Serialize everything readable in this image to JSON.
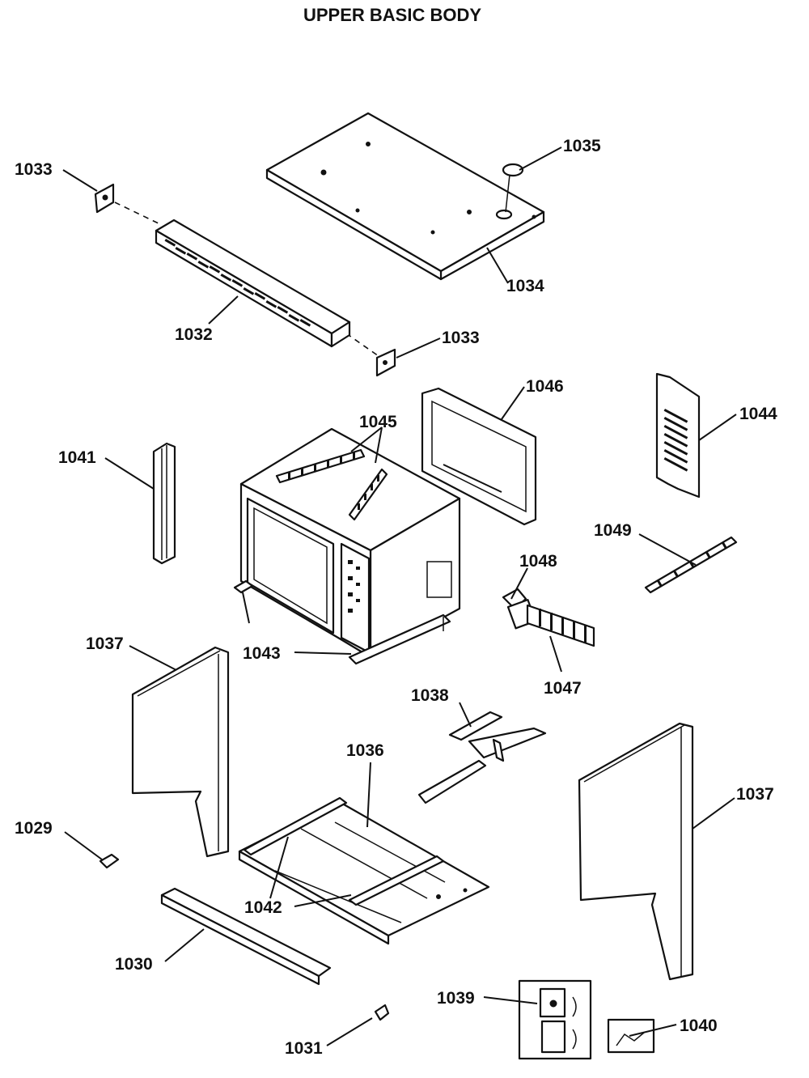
{
  "title": "UPPER BASIC BODY",
  "callouts": {
    "c1033a": "1033",
    "c1033b": "1033",
    "c1035": "1035",
    "c1034": "1034",
    "c1032": "1032",
    "c1046": "1046",
    "c1044": "1044",
    "c1045": "1045",
    "c1041": "1041",
    "c1049": "1049",
    "c1048": "1048",
    "c1043": "1043",
    "c1047": "1047",
    "c1037a": "1037",
    "c1037b": "1037",
    "c1038": "1038",
    "c1036": "1036",
    "c1029": "1029",
    "c1042": "1042",
    "c1030": "1030",
    "c1039": "1039",
    "c1040": "1040",
    "c1031": "1031"
  }
}
